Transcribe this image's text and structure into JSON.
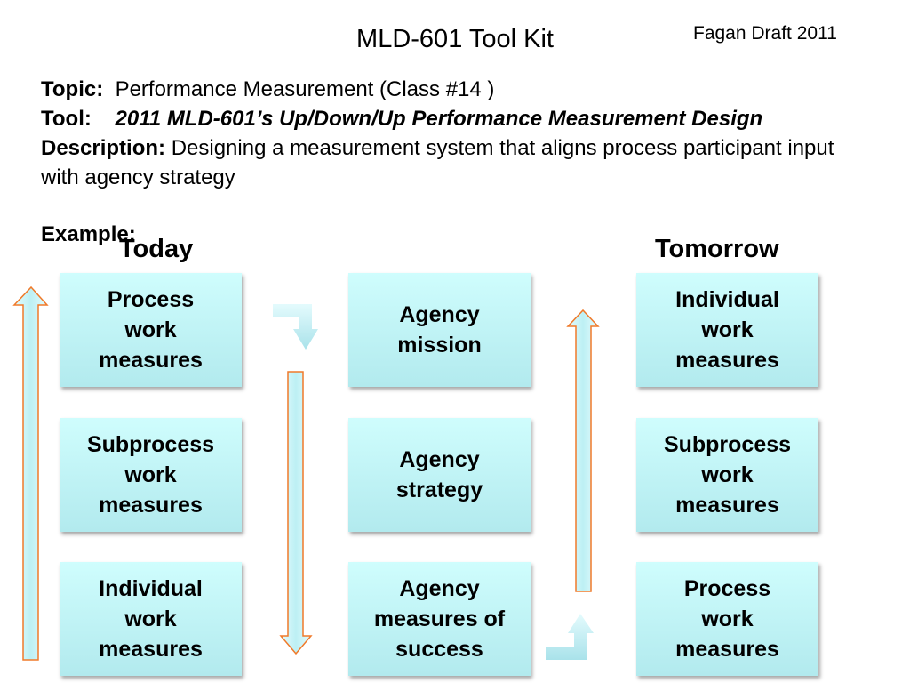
{
  "header": {
    "title": "MLD-601 Tool Kit",
    "draft_note": "Fagan Draft 2011"
  },
  "info": {
    "topic_label": "Topic:",
    "topic_value": "Performance Measurement (Class #14  )",
    "tool_label": "Tool:",
    "tool_value": "2011 MLD-601’s Up/Down/Up Performance Measurement Design",
    "description_label": "Description:",
    "description_value": "Designing a measurement system that aligns process participant input with agency strategy",
    "example_label": "Example:"
  },
  "columns": {
    "today_label": "Today",
    "tomorrow_label": "Tomorrow"
  },
  "boxes": {
    "today": [
      "Process\nwork\nmeasures",
      "Subprocess\nwork\nmeasures",
      "Individual\nwork\nmeasures"
    ],
    "agency": [
      "Agency\nmission",
      "Agency\nstrategy",
      "Agency\nmeasures of\nsuccess"
    ],
    "tomorrow": [
      "Individual\nwork\nmeasures",
      "Subprocess\nwork\nmeasures",
      "Process\nwork\nmeasures"
    ]
  },
  "colors": {
    "box_fill": "#c4f6f8",
    "arrow_fill": "#bdf0f4",
    "arrow_outline": "#f07a2a"
  }
}
